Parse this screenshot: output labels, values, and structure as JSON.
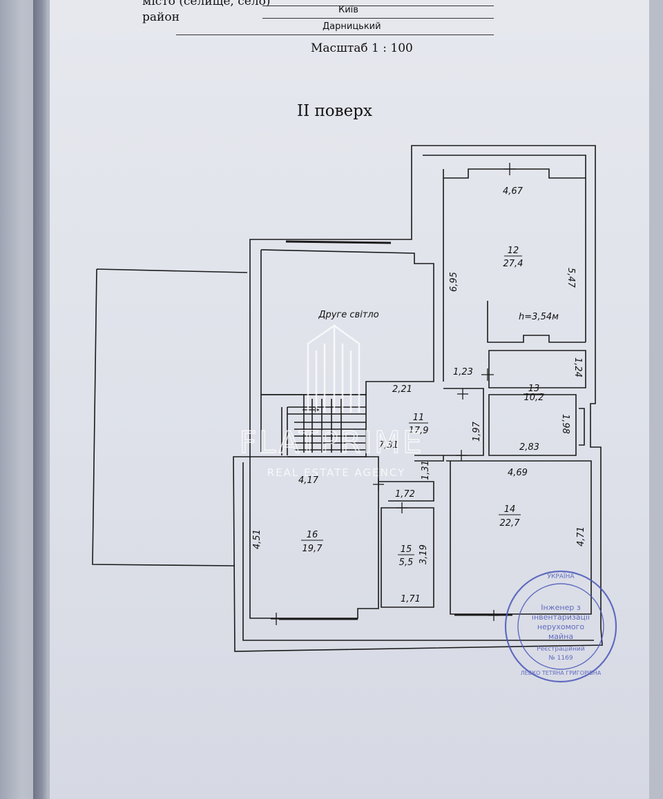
{
  "header": {
    "city_label": "місто (селище, село)",
    "city_value": "Київ",
    "district_label": "район",
    "district_value": "Дарницький",
    "scale": "Масштаб 1 : 100"
  },
  "floor_title": "II поверх",
  "rooms": [
    {
      "id": "12",
      "number": "12",
      "area": "27,4"
    },
    {
      "id": "13",
      "number": "13",
      "area": "10,2"
    },
    {
      "id": "11",
      "number": "11",
      "area": "17,9"
    },
    {
      "id": "16",
      "number": "16",
      "area": "19,7"
    },
    {
      "id": "15",
      "number": "15",
      "area": "5,5"
    },
    {
      "id": "14",
      "number": "14",
      "area": "22,7"
    }
  ],
  "labels": {
    "second_light": "Друге світло",
    "ceiling_height": "h=3,54м"
  },
  "dimensions": {
    "d467": "4,67",
    "d695": "6,95",
    "d547": "5,47",
    "d123": "1,23",
    "d124": "1,24",
    "d221": "2,21",
    "d197": "1,97",
    "d198": "1,98",
    "d283": "2,83",
    "d731": "7,31",
    "d417": "4,17",
    "d469": "4,69",
    "d131": "1,31",
    "d172": "1,72",
    "d451": "4,51",
    "d319": "3,19",
    "d471": "4,71",
    "d171": "1,71"
  },
  "watermark": {
    "brand": "FLATPRIME",
    "tagline": "REAL ESTATE AGENCY"
  },
  "stamp": {
    "line1": "Інженер з",
    "line2": "інвентаризації",
    "line3": "нерухомого",
    "line4": "майна",
    "line5": "Реєстраційний",
    "line6": "№ 1169",
    "ring_top": "УКРАЇНА",
    "ring_bottom": "ЛЕВКО ТЕТЯНА ГРИГОРІВНА"
  },
  "colors": {
    "ink": "#111111",
    "stamp_blue": "#4b57b8",
    "watermark": "#ffffff"
  }
}
